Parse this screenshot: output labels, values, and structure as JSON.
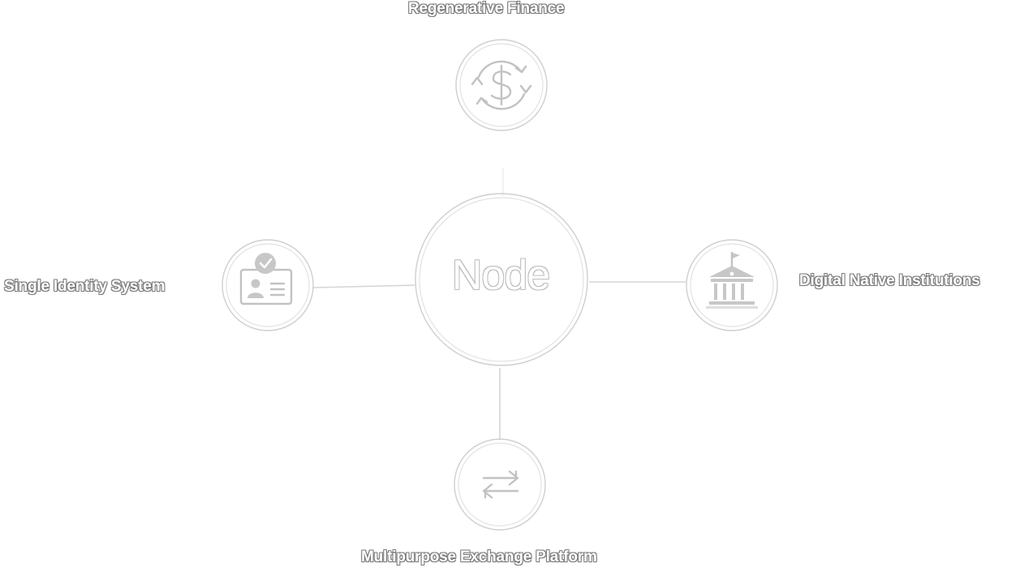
{
  "center": {
    "label": "Node"
  },
  "nodes": [
    {
      "id": "top",
      "label": "Regenerative Finance",
      "icon": "dollar-cycle-icon"
    },
    {
      "id": "left",
      "label": "Single Identity System",
      "icon": "id-card-icon"
    },
    {
      "id": "right",
      "label": "Digital Native Institutions",
      "icon": "institution-building-icon"
    },
    {
      "id": "bottom",
      "label": "Multipurpose Exchange Platform",
      "icon": "exchange-arrows-icon"
    }
  ]
}
